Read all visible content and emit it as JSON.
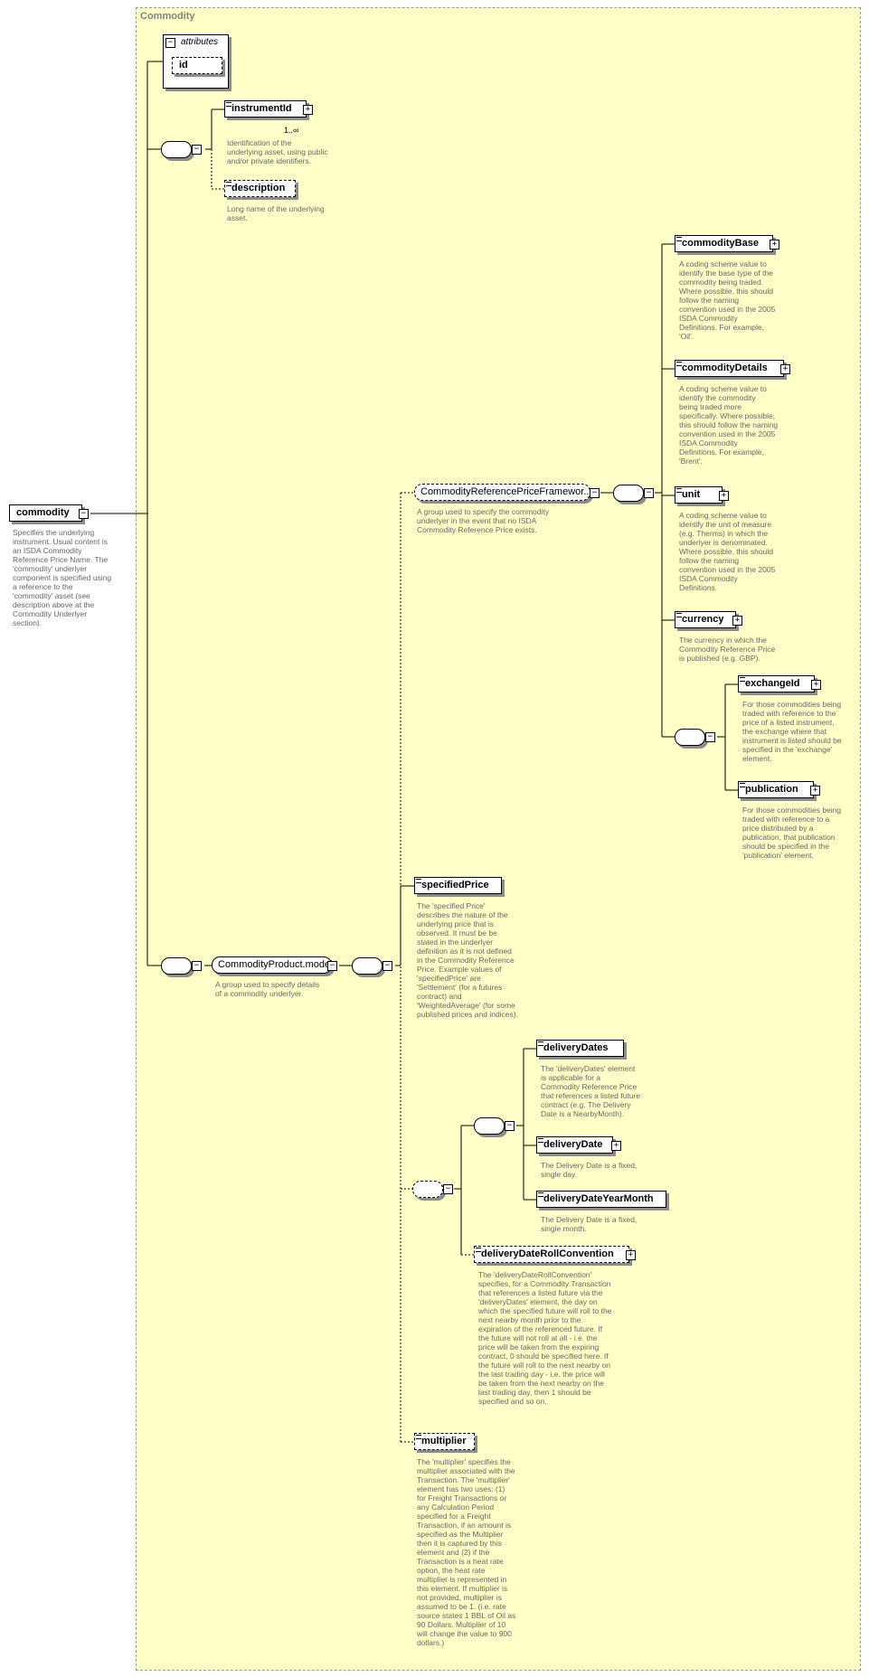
{
  "diagram": {
    "title": "Commodity",
    "attributes_label": "attributes",
    "minus": "−",
    "plus": "+",
    "nodes": {
      "commodity": {
        "label": "commodity",
        "doc": "Specifies the underlying\ninstrument. Usual content is\nan ISDA Commodity\nReference Price Name. The\n'commodity' underlyer\ncomponent is specified using\na reference to the\n'commodity' asset (see\ndescription above at the\nCommodity Underlyer\nsection)."
      },
      "id": {
        "label": "id"
      },
      "instrumentId": {
        "label": "instrumentId",
        "multiplicity": "1..∞",
        "doc": "Identification of the\nunderlying asset, using public\nand/or private identifiers."
      },
      "description": {
        "label": "description",
        "doc": "Long name of the underlying\nasset."
      },
      "commodityProductModel": {
        "label": "CommodityProduct.model",
        "doc": "A group used to specify details\nof a commodity underlyer."
      },
      "crpFramework": {
        "label": "CommodityReferencePriceFramewor...",
        "doc": "A group used to specify the commodity\nunderlyer in the event that no ISDA\nCommodity Reference Price exists."
      },
      "commodityBase": {
        "label": "commodityBase",
        "doc": "A coding scheme value to\nidentify the base type of the\ncommodity being traded.\nWhere possible, this should\nfollow the naming\nconvention used in the 2005\nISDA Commodity\nDefinitions. For example,\n'Oil'."
      },
      "commodityDetails": {
        "label": "commodityDetails",
        "doc": "A coding scheme value to\nidentify the commodity\nbeing traded more\nspecifically. Where possible,\nthis should follow the naming\nconvention used in the 2005\nISDA Commodity\nDefinitions. For example,\n'Brent'."
      },
      "unit": {
        "label": "unit",
        "doc": "A coding scheme value to\nidentify the unit of measure\n(e.g. Therms) in which the\nunderlyer is denominated.\nWhere possible, this should\nfollow the naming\nconvention used in the 2005\nISDA Commodity\nDefinitions."
      },
      "currency": {
        "label": "currency",
        "doc": "The currency in which the\nCommodity Reference Price\nis published (e.g. GBP)."
      },
      "exchangeId": {
        "label": "exchangeId",
        "doc": "For those commodities being\ntraded with reference to the\nprice of a listed instrument,\nthe exchange where that\ninstrument is listed should be\nspecified in the 'exchange'\nelement."
      },
      "publication": {
        "label": "publication",
        "doc": "For those commodities being\ntraded with reference to a\nprice distributed by a\npublication, that publication\nshould be specified in the\n'publication' element."
      },
      "specifiedPrice": {
        "label": "specifiedPrice",
        "doc": "The 'specified Price'\ndescribes the nature of the\nunderlying price that is\nobserved. It must be be\nstated in the underlyer\ndefinition as it is not defined\nin the Commodity Reference\nPrice. Example values of\n'specifiedPrice' are\n'Settlement' (for a futures\ncontract) and\n'WeightedAverage' (for some\npublished prices and indices)."
      },
      "deliveryDates": {
        "label": "deliveryDates",
        "doc": "The 'deliveryDates' element\nis applicable for a\nCommodity Reference Price\nthat references a listed future\ncontract (e.g. The Delivery\nDate is a NearbyMonth)."
      },
      "deliveryDate": {
        "label": "deliveryDate",
        "doc": "The Delivery Date is a fixed,\nsingle day."
      },
      "deliveryDateYearMonth": {
        "label": "deliveryDateYearMonth",
        "doc": "The Delivery Date is a fixed,\nsingle month."
      },
      "deliveryDateRollConvention": {
        "label": "deliveryDateRollConvention",
        "doc": "The 'deliveryDateRollConvention'\nspecifies, for a Commodity Transaction\nthat references a listed future via the\n'deliveryDates' element, the day on\nwhich the specified future will roll to the\nnext nearby month prior to the\nexpiration of the referenced future. If\nthe future will not roll at all - i.e. the\nprice will be taken from the expiring\ncontract, 0 should be specified here. If\nthe future will roll to the next nearby on\nthe last trading day - i.e. the price will\nbe taken from the next nearby on the\nlast trading day, then 1 should be\nspecified and so on."
      },
      "multiplier": {
        "label": "multiplier",
        "doc": "The 'multiplier' specifies the\nmultiplier associated with the\nTransaction. The 'multiplier'\nelement has two uses: (1)\nfor Freight Transactions or\nany Calculation Period\nspecified for a Freight\nTransaction, if an amount is\nspecified as the Multiplier\nthen it is captured by this\nelement and (2) if the\nTransaction is a heat rate\noption, the heat rate\nmultiplier is represented in\nthis element. If multiplier is\nnot provided, multiplier is\nassumed to be 1. (i.e. rate\nsource states 1 BBL of Oil as\n90 Dollars. Multiplier of 10\nwill change the value to 900\ndollars.)"
      }
    }
  }
}
